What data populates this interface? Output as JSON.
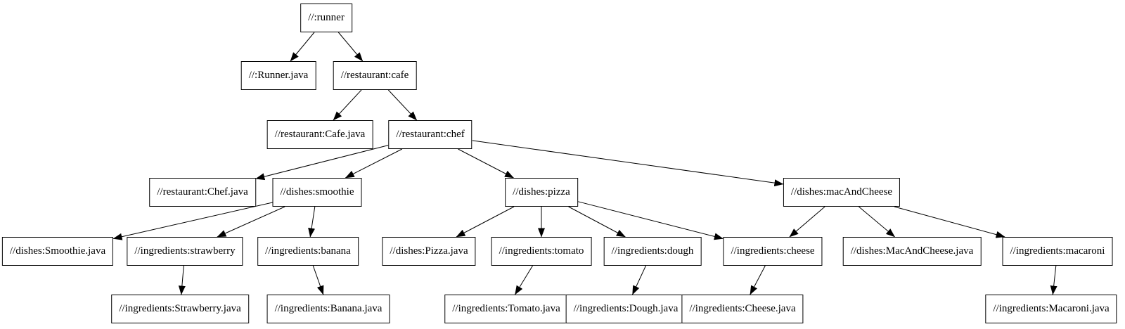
{
  "graph": {
    "nodes": [
      {
        "id": "runner",
        "label": "//:runner"
      },
      {
        "id": "runner_java",
        "label": "//:Runner.java"
      },
      {
        "id": "cafe",
        "label": "//restaurant:cafe"
      },
      {
        "id": "cafe_java",
        "label": "//restaurant:Cafe.java"
      },
      {
        "id": "chef",
        "label": "//restaurant:chef"
      },
      {
        "id": "chef_java",
        "label": "//restaurant:Chef.java"
      },
      {
        "id": "smoothie",
        "label": "//dishes:smoothie"
      },
      {
        "id": "pizza",
        "label": "//dishes:pizza"
      },
      {
        "id": "macandcheese",
        "label": "//dishes:macAndCheese"
      },
      {
        "id": "smoothie_java",
        "label": "//dishes:Smoothie.java"
      },
      {
        "id": "strawberry",
        "label": "//ingredients:strawberry"
      },
      {
        "id": "banana",
        "label": "//ingredients:banana"
      },
      {
        "id": "pizza_java",
        "label": "//dishes:Pizza.java"
      },
      {
        "id": "tomato",
        "label": "//ingredients:tomato"
      },
      {
        "id": "dough",
        "label": "//ingredients:dough"
      },
      {
        "id": "cheese",
        "label": "//ingredients:cheese"
      },
      {
        "id": "macandcheese_java",
        "label": "//dishes:MacAndCheese.java"
      },
      {
        "id": "macaroni",
        "label": "//ingredients:macaroni"
      },
      {
        "id": "strawberry_java",
        "label": "//ingredients:Strawberry.java"
      },
      {
        "id": "banana_java",
        "label": "//ingredients:Banana.java"
      },
      {
        "id": "tomato_java",
        "label": "//ingredients:Tomato.java"
      },
      {
        "id": "dough_java",
        "label": "//ingredients:Dough.java"
      },
      {
        "id": "cheese_java",
        "label": "//ingredients:Cheese.java"
      },
      {
        "id": "macaroni_java",
        "label": "//ingredients:Macaroni.java"
      }
    ],
    "edges": [
      {
        "from": "runner",
        "to": "runner_java"
      },
      {
        "from": "runner",
        "to": "cafe"
      },
      {
        "from": "cafe",
        "to": "cafe_java"
      },
      {
        "from": "cafe",
        "to": "chef"
      },
      {
        "from": "chef",
        "to": "chef_java"
      },
      {
        "from": "chef",
        "to": "smoothie"
      },
      {
        "from": "chef",
        "to": "pizza"
      },
      {
        "from": "chef",
        "to": "macandcheese"
      },
      {
        "from": "smoothie",
        "to": "smoothie_java"
      },
      {
        "from": "smoothie",
        "to": "strawberry"
      },
      {
        "from": "smoothie",
        "to": "banana"
      },
      {
        "from": "strawberry",
        "to": "strawberry_java"
      },
      {
        "from": "banana",
        "to": "banana_java"
      },
      {
        "from": "pizza",
        "to": "pizza_java"
      },
      {
        "from": "pizza",
        "to": "tomato"
      },
      {
        "from": "pizza",
        "to": "dough"
      },
      {
        "from": "pizza",
        "to": "cheese"
      },
      {
        "from": "tomato",
        "to": "tomato_java"
      },
      {
        "from": "dough",
        "to": "dough_java"
      },
      {
        "from": "cheese",
        "to": "cheese_java"
      },
      {
        "from": "macandcheese",
        "to": "cheese"
      },
      {
        "from": "macandcheese",
        "to": "macandcheese_java"
      },
      {
        "from": "macandcheese",
        "to": "macaroni"
      },
      {
        "from": "macaroni",
        "to": "macaroni_java"
      }
    ]
  },
  "colors": {
    "background": "#ffffff",
    "node_fill": "#ffffff",
    "node_border": "#000000",
    "edge": "#000000",
    "text": "#000000"
  }
}
